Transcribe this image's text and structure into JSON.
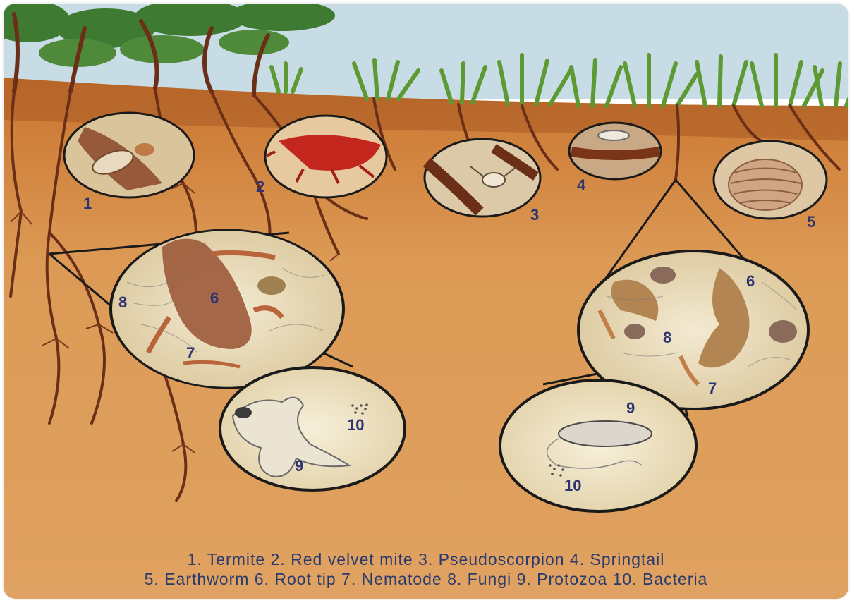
{
  "numbers": [
    "1",
    "2",
    "3",
    "4",
    "5",
    "6",
    "7",
    "8",
    "9",
    "10"
  ],
  "legend": {
    "line1": "1. Termite  2. Red velvet mite  3. Pseudoscorpion  4. Springtail",
    "line2": "5. Earthworm  6. Root tip  7. Nematode  8. Fungi  9. Protozoa  10. Bacteria"
  },
  "colors": {
    "sky": "#c9dde8",
    "soil": "#d9954f",
    "soil_dark": "#b86a2e",
    "root": "#6b2f17",
    "grass": "#6aa33a",
    "label": "#2e3470"
  }
}
